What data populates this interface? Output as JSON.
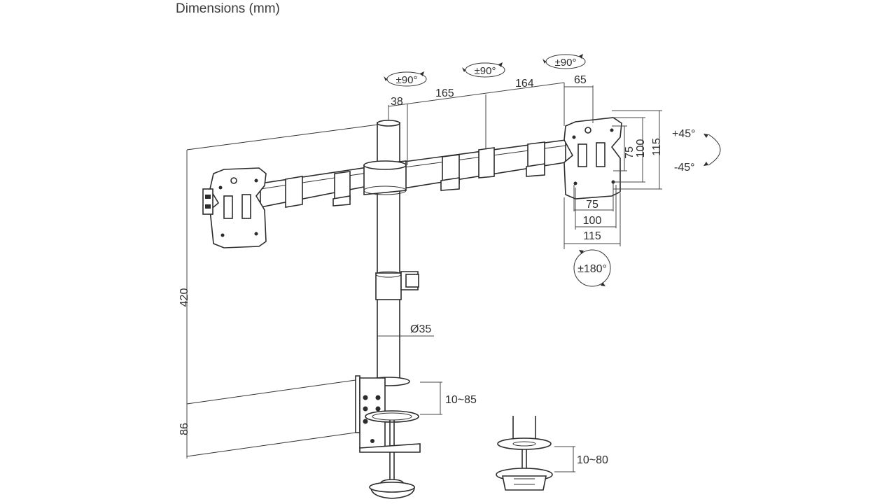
{
  "title": "Dimensions (mm)",
  "rotations": {
    "arm_joint_1": "±90°",
    "arm_joint_2": "±90°",
    "arm_joint_3": "±90°",
    "tilt_up": "+45°",
    "tilt_down": "-45°",
    "panel_rotation": "±180°"
  },
  "dimensions": {
    "arm_offset": "38",
    "arm_segment_1": "165",
    "arm_segment_2": "164",
    "head_depth": "65",
    "vesa_h_75": "75",
    "vesa_h_100": "100",
    "vesa_h_115": "115",
    "vesa_w_75": "75",
    "vesa_w_100": "100",
    "vesa_w_115": "115",
    "pole_height": "420",
    "base_height": "86",
    "pole_diameter": "Ø35",
    "clamp_range": "10~85",
    "grommet_range": "10~80"
  },
  "colors": {
    "line": "#2b2b2b",
    "background": "#ffffff",
    "text": "#2d2d2d"
  }
}
